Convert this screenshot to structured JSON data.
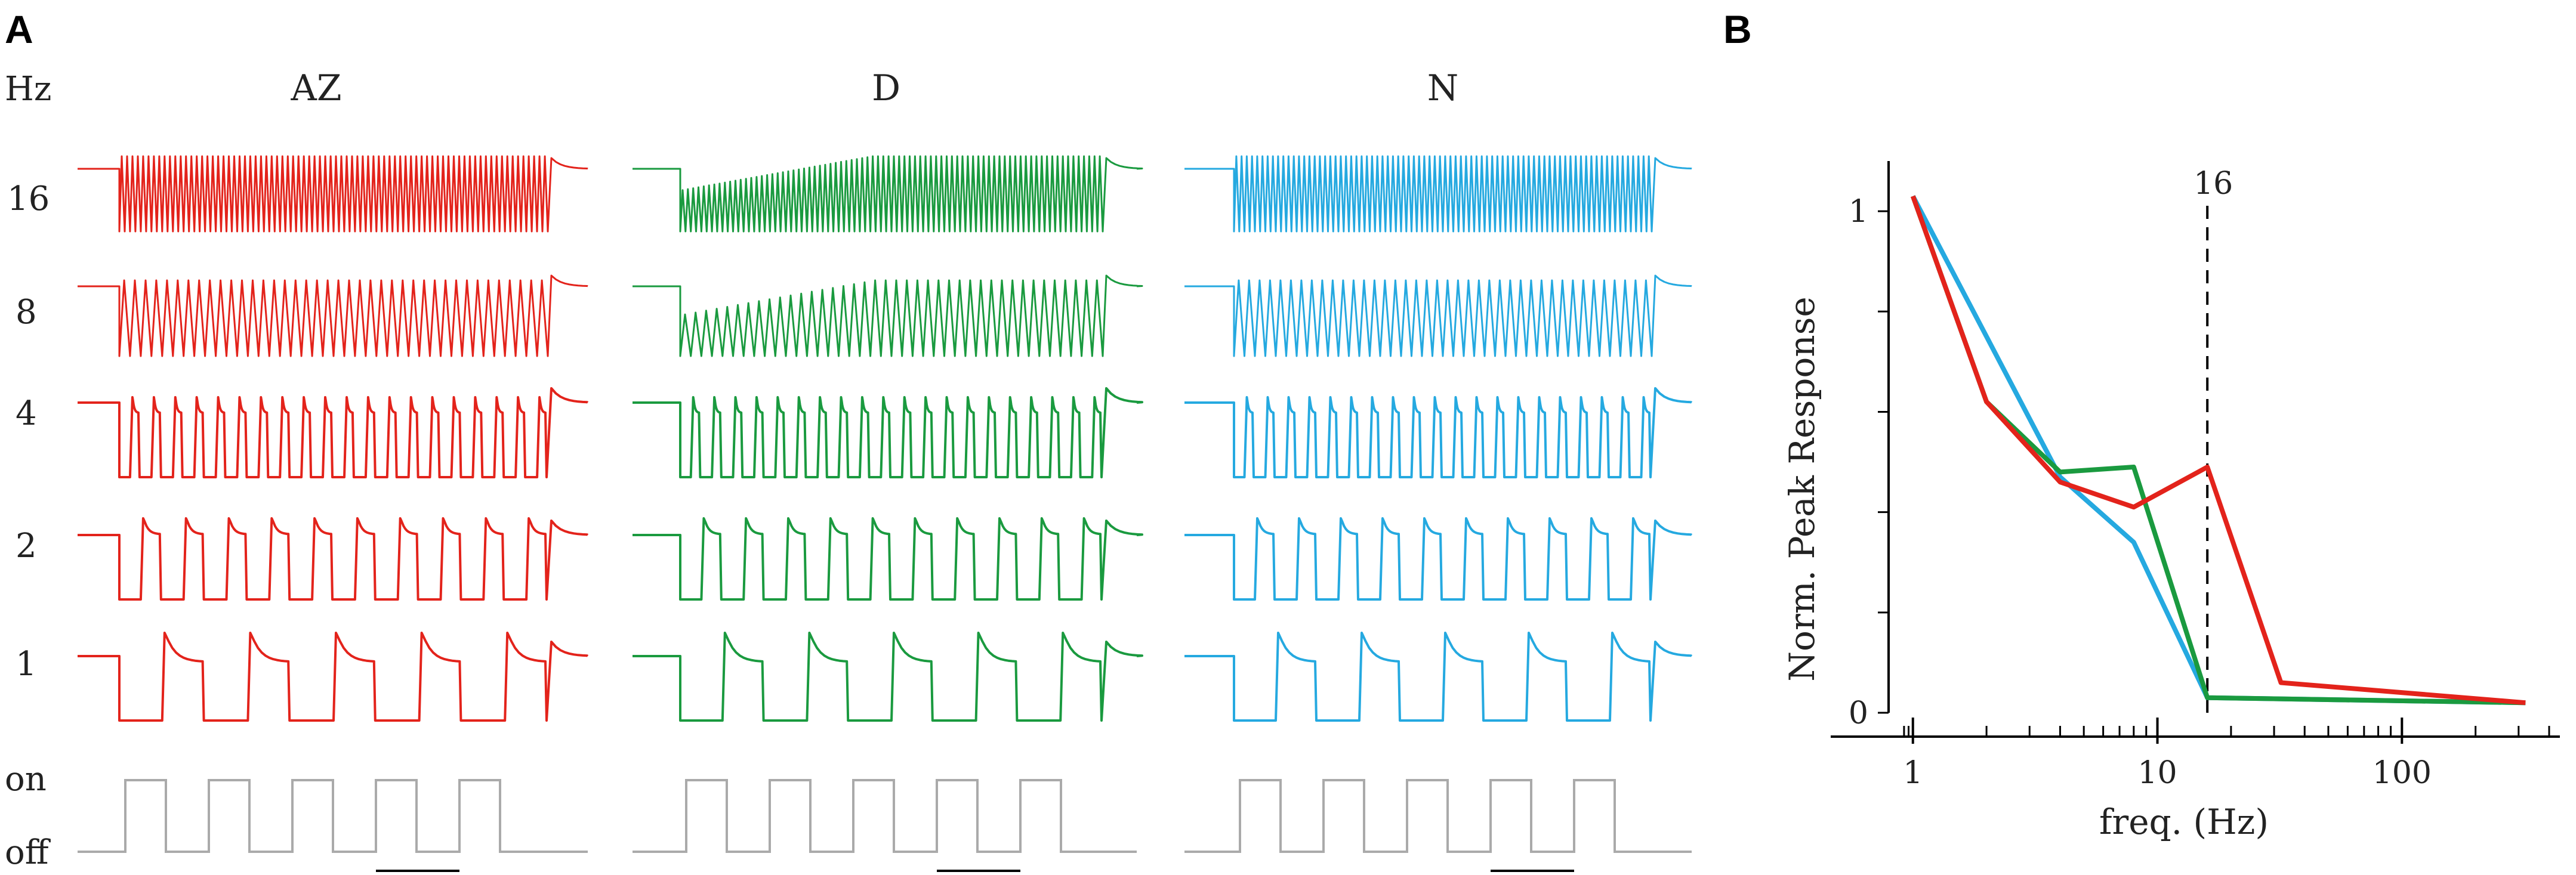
{
  "panel_a": {
    "letter": "A",
    "unit_label": "Hz",
    "columns": [
      {
        "label": "AZ",
        "color": "#e3231b"
      },
      {
        "label": "D",
        "color": "#1a9a3f"
      },
      {
        "label": "N",
        "color": "#25a9e0"
      }
    ],
    "frequencies": [
      {
        "label": "16",
        "hz": 16
      },
      {
        "label": "8",
        "hz": 8
      },
      {
        "label": "4",
        "hz": 4
      },
      {
        "label": "2",
        "hz": 2
      },
      {
        "label": "1",
        "hz": 1
      }
    ],
    "stimulus": {
      "on_label": "on",
      "off_label": "off",
      "color": "#aaaaaa"
    }
  },
  "panel_b": {
    "letter": "B"
  },
  "chart_data": {
    "type": "line",
    "ylabel": "Norm. Peak Response",
    "xlabel": "freq. (Hz)",
    "x_scale": "log",
    "xlim": [
      0.9,
      400
    ],
    "ylim": [
      0,
      1.1
    ],
    "x_tick_labels": [
      "1",
      "10",
      "100"
    ],
    "y_tick_labels": [
      "0",
      "1"
    ],
    "marker_line": {
      "x": 16,
      "label": "16",
      "style": "dashed"
    },
    "series": [
      {
        "color": "#25a9e0",
        "x": [
          1,
          4,
          8,
          16,
          320
        ],
        "y": [
          1.03,
          0.47,
          0.34,
          0.03,
          0.02
        ]
      },
      {
        "color": "#1a9a3f",
        "x": [
          1,
          2,
          4,
          8,
          16,
          320
        ],
        "y": [
          1.03,
          0.62,
          0.48,
          0.49,
          0.03,
          0.02
        ]
      },
      {
        "color": "#e3231b",
        "x": [
          1,
          2,
          4,
          8,
          16,
          32,
          320
        ],
        "y": [
          1.03,
          0.62,
          0.46,
          0.41,
          0.49,
          0.06,
          0.02
        ]
      }
    ]
  }
}
